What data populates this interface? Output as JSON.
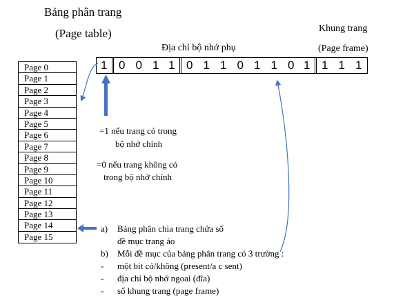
{
  "titles": {
    "page_table_vi": "Bảng phân trang",
    "page_table_en": "(Page table)",
    "frame_vi": "Khung trang",
    "frame_en": "(Page frame)",
    "secondary_address": "Địa chỉ bộ nhớ phụ"
  },
  "bits": [
    {
      "v": "1"
    },
    {
      "v": "0"
    },
    {
      "v": "0"
    },
    {
      "v": "1"
    },
    {
      "v": "1"
    },
    {
      "v": "0"
    },
    {
      "v": "1"
    },
    {
      "v": "1"
    },
    {
      "v": "0"
    },
    {
      "v": "1"
    },
    {
      "v": "1"
    },
    {
      "v": "0"
    },
    {
      "v": "1"
    },
    {
      "v": "1"
    },
    {
      "v": "1"
    },
    {
      "v": "1"
    }
  ],
  "pages": [
    "Page 0",
    "Page 1",
    "Page 2",
    "Page 3",
    "Page 4",
    "Page 5",
    "Page 6",
    "Page 7",
    "Page 8",
    "Page 9",
    "Page 10",
    "Page 11",
    "Page 12",
    "Page 13",
    "Page 14",
    "Page 15"
  ],
  "present_notes": {
    "line1": "=1 nếu trang có trong",
    "line2": "bộ nhớ chính",
    "line3": "=0 nếu trang không có",
    "line4": "trong bộ nhớ chính"
  },
  "notes": {
    "a_marker": "a)",
    "a_line1": "Bảng phân chia trang chứa số",
    "a_line2": "đề mục trang ảo",
    "b_marker": "b)",
    "b_line1": "Mỗi đề mục của bảng phân trang có 3 trường :",
    "dash": "-",
    "item1": "một bit có/không (present/a c sent)",
    "item2": "địa chỉ bộ nhớ ngoai (đĩa)",
    "item3": "số khung trang (page frame)"
  },
  "colors": {
    "arrow_blue": "#4472c4",
    "line": "#000000"
  }
}
